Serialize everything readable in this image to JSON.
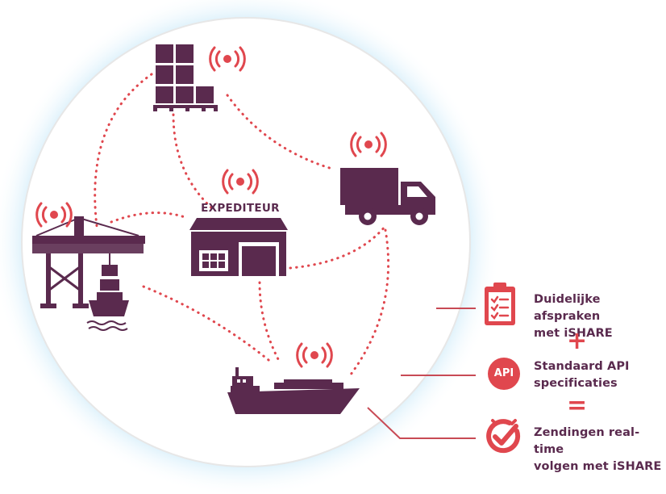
{
  "hub": {
    "label": "EXPEDITEUR"
  },
  "legend": {
    "item1": {
      "line1": "Duidelijke afspraken",
      "line2": "met iSHARE"
    },
    "plus": "+",
    "item2": {
      "line1": "Standaard API",
      "line2": "specificaties",
      "badge": "API"
    },
    "equals": "=",
    "item3": {
      "line1": "Zendingen real-time",
      "line2": "volgen met iSHARE"
    }
  },
  "icons": [
    "pallets-icon",
    "truck-icon",
    "warehouse-icon",
    "crane-icon",
    "ship-icon",
    "signal-icon",
    "clipboard-icon",
    "api-icon",
    "check-clock-icon"
  ],
  "colors": {
    "plum": "#5a2a4e",
    "red": "#e0474e",
    "glow": "#c9e9f9",
    "line": "#c84a55"
  }
}
